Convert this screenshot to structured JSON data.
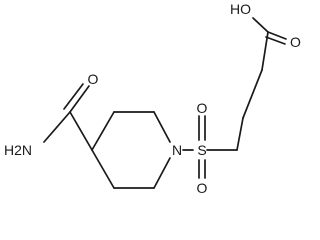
{
  "molecule": {
    "labels": {
      "hydroxyl": "HO",
      "carboxyl_oxygen": "O",
      "amide_nitrogen": "H2N",
      "amide_oxygen": "O",
      "ring_nitrogen": "N",
      "sulfur": "S",
      "sulfonyl_oxygen_top": "O",
      "sulfonyl_oxygen_bottom": "O"
    }
  }
}
